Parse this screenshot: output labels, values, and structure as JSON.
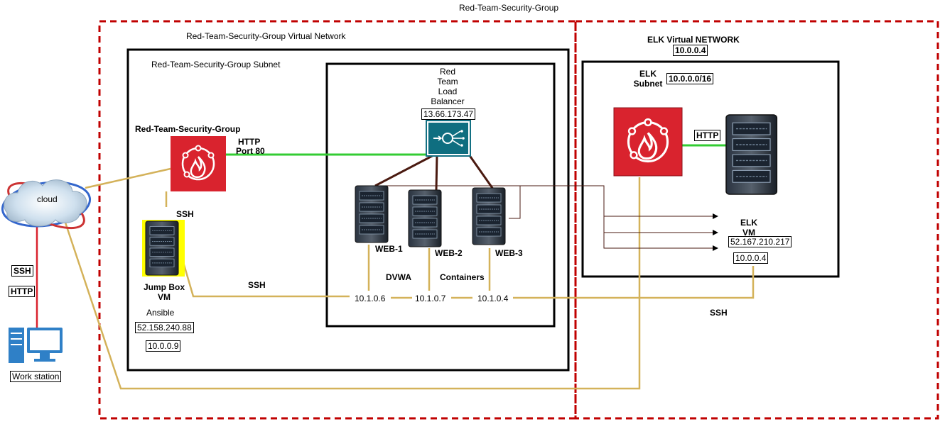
{
  "title": "Red-Team-Security-Group",
  "red_team": {
    "vnet_label": "Red-Team-Security-Group Virtual Network",
    "subnet_label": "Red-Team-Security-Group Subnet",
    "nsg_label": "Red-Team-Security-Group",
    "http_label": "HTTP",
    "port_label": "Port 80",
    "ssh_label_1": "SSH",
    "ssh_label_2": "SSH",
    "load_balancer": {
      "name_lines": [
        "Red",
        "Team",
        "Load",
        "Balancer"
      ],
      "ip": "13.66.173.47"
    },
    "jump_box": {
      "name_lines": [
        "Jump Box",
        "VM"
      ],
      "role": "Ansible",
      "public_ip": "52.158.240.88",
      "private_ip": "10.0.0.9"
    },
    "web_servers": [
      {
        "name": "WEB-1",
        "ip": "10.1.0.6"
      },
      {
        "name": "WEB-2",
        "ip": "10.1.0.7"
      },
      {
        "name": "WEB-3",
        "ip": "10.1.0.4"
      }
    ],
    "dvwa_label": "DVWA",
    "containers_label": "Containers"
  },
  "elk": {
    "vnet_label": "ELK Virtual NETWORK",
    "vnet_ip": "10.0.0.4",
    "subnet_lines": [
      "ELK",
      "Subnet"
    ],
    "subnet_cidr": "10.0.0.0/16",
    "http_label": "HTTP",
    "vm_lines": [
      "ELK",
      "VM"
    ],
    "vm_public_ip": "52.167.210.217",
    "vm_private_ip": "10.0.0.4",
    "ssh_label": "SSH"
  },
  "cloud_label": "cloud",
  "workstation": {
    "ssh_label": "SSH",
    "http_label": "HTTP",
    "label": "Work station"
  },
  "colors": {
    "security_group_border": "#c00000",
    "firewall_red": "#d9232e",
    "http_green": "#33cc33",
    "ssh_gold": "#d4b25a",
    "traffic_brown": "#4a1a10",
    "jumpbox_highlight": "#ffff00"
  }
}
